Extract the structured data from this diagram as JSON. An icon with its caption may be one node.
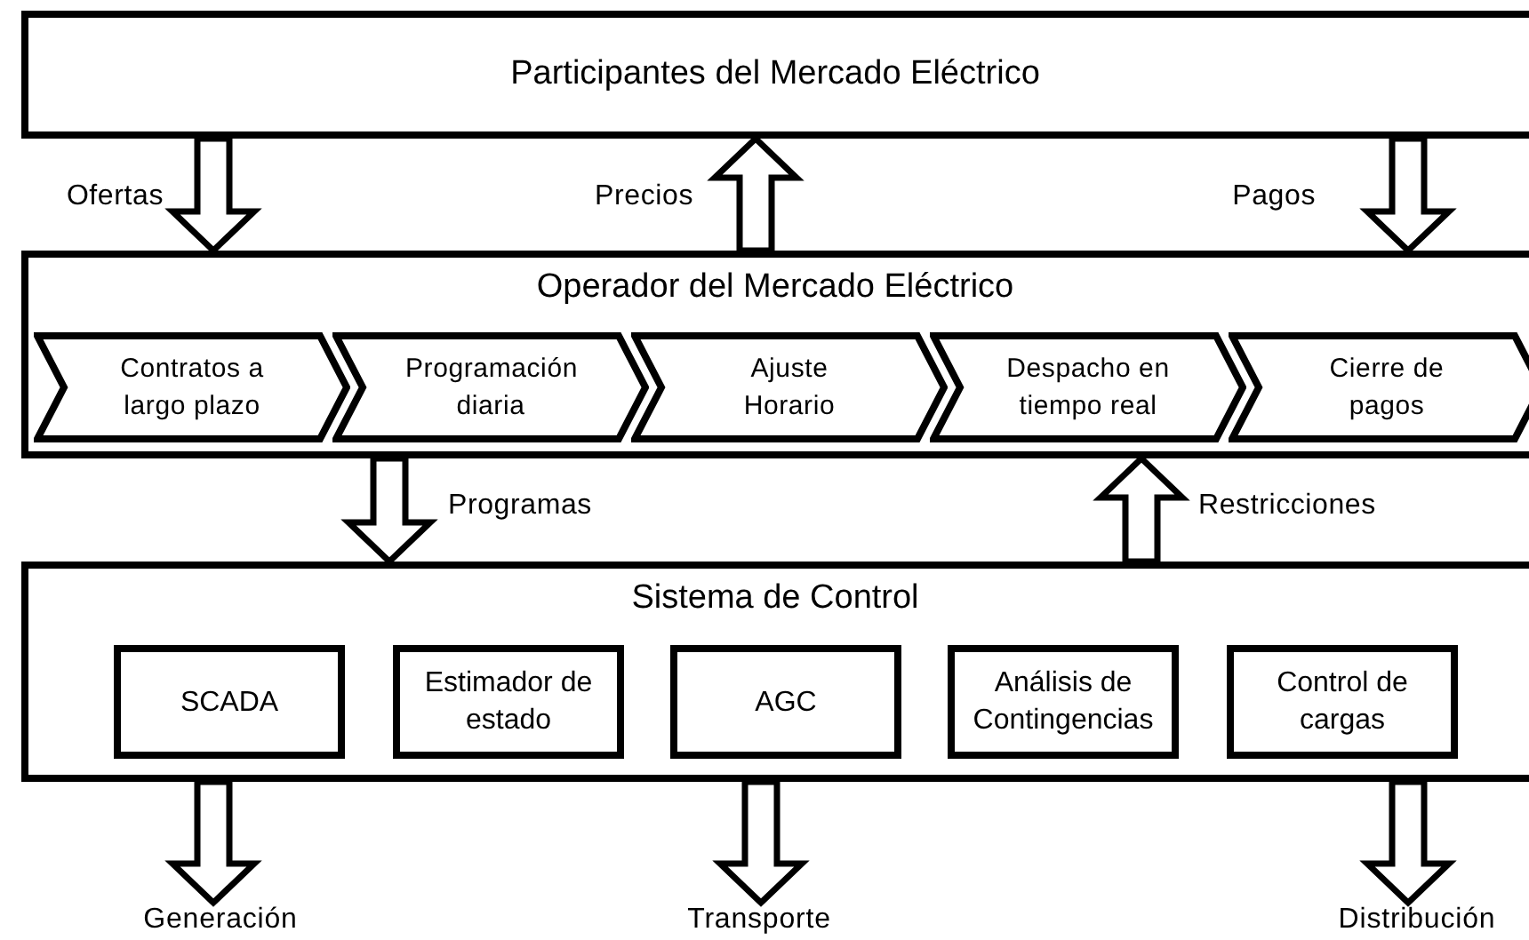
{
  "diagram": {
    "nodes": [
      {
        "text": [
          "Participantes del Mercado Eléctrico"
        ]
      },
      {
        "text": [
          "Operador del Mercado Eléctrico"
        ]
      },
      {
        "text": [
          "Contratos a largo plazo"
        ],
        "in": 1
      },
      {
        "text": [
          "Programación diaria"
        ],
        "in": 1
      },
      {
        "text": [
          "Ajuste Horario"
        ],
        "in": 1
      },
      {
        "text": [
          "Despacho en tiempo real"
        ],
        "in": 1
      },
      {
        "text": [
          "Cierre de pagos"
        ],
        "in": 1
      },
      {
        "text": [
          "Sistema de Control"
        ]
      },
      {
        "text": [
          "SCADA"
        ],
        "in": 7
      },
      {
        "text": [
          "Estimador de estado"
        ],
        "in": 7
      },
      {
        "text": [
          "AGC"
        ],
        "in": 7
      },
      {
        "text": [
          "Análisis de Contingencias"
        ],
        "in": 7
      },
      {
        "text": [
          "Control de cargas"
        ],
        "in": 7
      },
      {
        "text": [
          "Generación"
        ]
      },
      {
        "text": [
          "Transporte"
        ]
      },
      {
        "text": [
          "Distribución"
        ]
      }
    ],
    "edges": [
      {
        "from": 0,
        "to": 1,
        "arrow": "to",
        "label": "Ofertas"
      },
      {
        "from": 1,
        "to": 0,
        "arrow": "to",
        "label": "Precios"
      },
      {
        "from": 0,
        "to": 1,
        "arrow": "to",
        "label": "Pagos"
      },
      {
        "from": 1,
        "to": 7,
        "arrow": "to",
        "label": "Programas"
      },
      {
        "from": 7,
        "to": 1,
        "arrow": "to",
        "label": "Restricciones"
      },
      {
        "from": 7,
        "to": 13,
        "arrow": "to"
      },
      {
        "from": 7,
        "to": 14,
        "arrow": "to"
      },
      {
        "from": 7,
        "to": 15,
        "arrow": "to"
      }
    ]
  }
}
